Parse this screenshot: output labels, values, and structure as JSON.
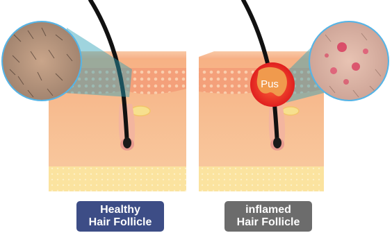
{
  "labels": {
    "healthy": {
      "line1": "Healthy",
      "line2": "Hair Follicle"
    },
    "inflamed": {
      "line1": "inflamed",
      "line2": "Hair Follicle"
    },
    "pus": "Pus"
  },
  "colors": {
    "healthy_label_bg": "#3d4d86",
    "inflamed_label_bg": "#6c6c6c",
    "skin_upper": "#f5a77a",
    "skin_lower": "#f8c79b",
    "fat_layer": "#fbe3a3",
    "inflammation": "#e52a2a",
    "pus": "#f09a4d",
    "hair": "#111111",
    "magnifier_ring": "#55b4e6"
  }
}
